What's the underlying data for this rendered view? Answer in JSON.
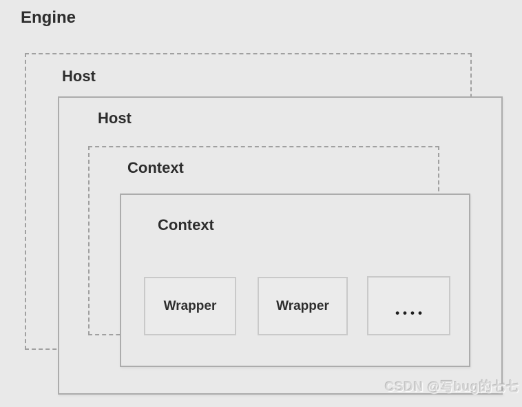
{
  "figure": {
    "engine": {
      "label": "Engine"
    },
    "host_dashed": {
      "label": "Host"
    },
    "host_solid": {
      "label": "Host"
    },
    "context_dashed": {
      "label": "Context"
    },
    "context_solid": {
      "label": "Context"
    },
    "wrappers": [
      {
        "label": "Wrapper"
      },
      {
        "label": "Wrapper"
      },
      {
        "label": "••••"
      }
    ]
  },
  "watermark": {
    "text": "CSDN @写bug的七七"
  },
  "colors": {
    "background": "#e9e9e9",
    "dashed_border": "#a0a0a0",
    "solid_border": "#acacac",
    "wrapper_border": "#c9c9c9",
    "label_text": "#2d2d2d",
    "watermark_text": "#d9d9d9"
  }
}
